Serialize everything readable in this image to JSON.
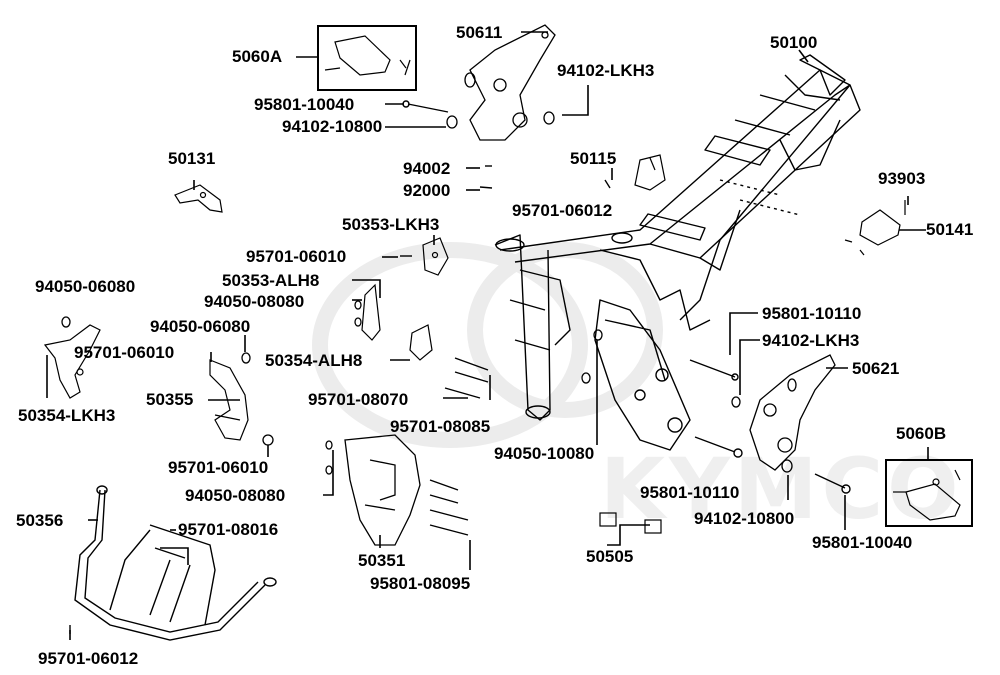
{
  "colors": {
    "ink": "#000000",
    "watermark": "#efefef",
    "background": "#ffffff"
  },
  "watermark": {
    "text": "KYMCO"
  },
  "labels": {
    "l_5060A": "5060A",
    "l_50611": "50611",
    "l_94102_LKH3_top": "94102-LKH3",
    "l_95801_10040_top": "95801-10040",
    "l_94102_10800_top": "94102-10800",
    "l_50100": "50100",
    "l_50131": "50131",
    "l_94002": "94002",
    "l_92000": "92000",
    "l_50115": "50115",
    "l_95701_06012_mid": "95701-06012",
    "l_93903": "93903",
    "l_50141": "50141",
    "l_50353_LKH3": "50353-LKH3",
    "l_95701_06010_a": "95701-06010",
    "l_50353_ALH8": "50353-ALH8",
    "l_94050_06080_a": "94050-06080",
    "l_94050_08080_a": "94050-08080",
    "l_94050_06080_b": "94050-06080",
    "l_95701_06010_b": "95701-06010",
    "l_50354_ALH8": "50354-ALH8",
    "l_95801_10110_a": "95801-10110",
    "l_94102_LKH3_right": "94102-LKH3",
    "l_50621": "50621",
    "l_50355": "50355",
    "l_50354_LKH3": "50354-LKH3",
    "l_95701_08070": "95701-08070",
    "l_95701_08085": "95701-08085",
    "l_95701_06010_c": "95701-06010",
    "l_94050_10080": "94050-10080",
    "l_5060B": "5060B",
    "l_94050_08080_b": "94050-08080",
    "l_95801_10110_b": "95801-10110",
    "l_94102_10800_b": "94102-10800",
    "l_50356": "50356",
    "l_95701_08016": "95701-08016",
    "l_50351": "50351",
    "l_50505": "50505",
    "l_95801_10040_b": "95801-10040",
    "l_95801_08095": "95801-08095",
    "l_95701_06012_bottom": "95701-06012"
  }
}
